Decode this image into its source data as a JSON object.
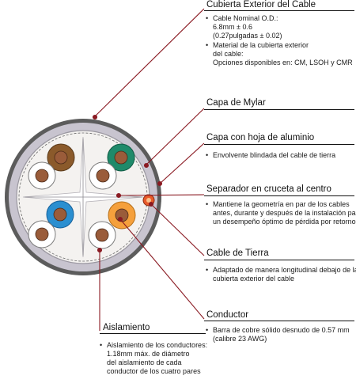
{
  "colors": {
    "leader": "#8a1a22",
    "jacket_outer": "#5c5c5c",
    "jacket_fill": "#c8c4cf",
    "core_bg": "#f4f2f0",
    "brown": "#8b5a2b",
    "green": "#1f8a6a",
    "blue": "#2b8fd0",
    "orange": "#f5a03c",
    "copper": "#9a5c3a",
    "ground": "#e85a2a"
  },
  "labels": {
    "jacket": {
      "title": "Cubierta Exterior del Cable",
      "bullets": [
        [
          "Cable Nominal O.D.:",
          "6.8mm ± 0.6",
          "(0.27pulgadas ± 0.02)"
        ],
        [
          "Material de la cubierta exterior",
          "del cable:",
          "Opciones disponibles en: CM, LSOH y CMR"
        ]
      ]
    },
    "mylar": {
      "title": "Capa de Mylar"
    },
    "foil": {
      "title": "Capa con hoja de aluminio",
      "bullets": [
        [
          "Envolvente blindada del cable de tierra"
        ]
      ]
    },
    "separator": {
      "title": "Separador en cruceta al centro",
      "bullets": [
        [
          "Mantiene la geometría en par de los cables",
          "antes, durante y después de la instalación para",
          "un desempeño óptimo de pérdida por retorno"
        ]
      ]
    },
    "ground": {
      "title": "Cable de Tierra",
      "bullets": [
        [
          "Adaptado de manera longitudinal debajo de la",
          "cubierta exterior del cable"
        ]
      ]
    },
    "conductor": {
      "title": "Conductor",
      "bullets": [
        [
          "Barra de cobre sólido desnudo de 0.57 mm"
        ]
      ],
      "note": "(calibre 23 AWG)"
    },
    "insulation": {
      "title": "Aislamiento",
      "bullets": [
        [
          "Aislamiento de los conductores:",
          "1.18mm máx. de diámetro",
          "del aislamiento de cada",
          "conductor de los cuatro pares"
        ]
      ]
    }
  }
}
